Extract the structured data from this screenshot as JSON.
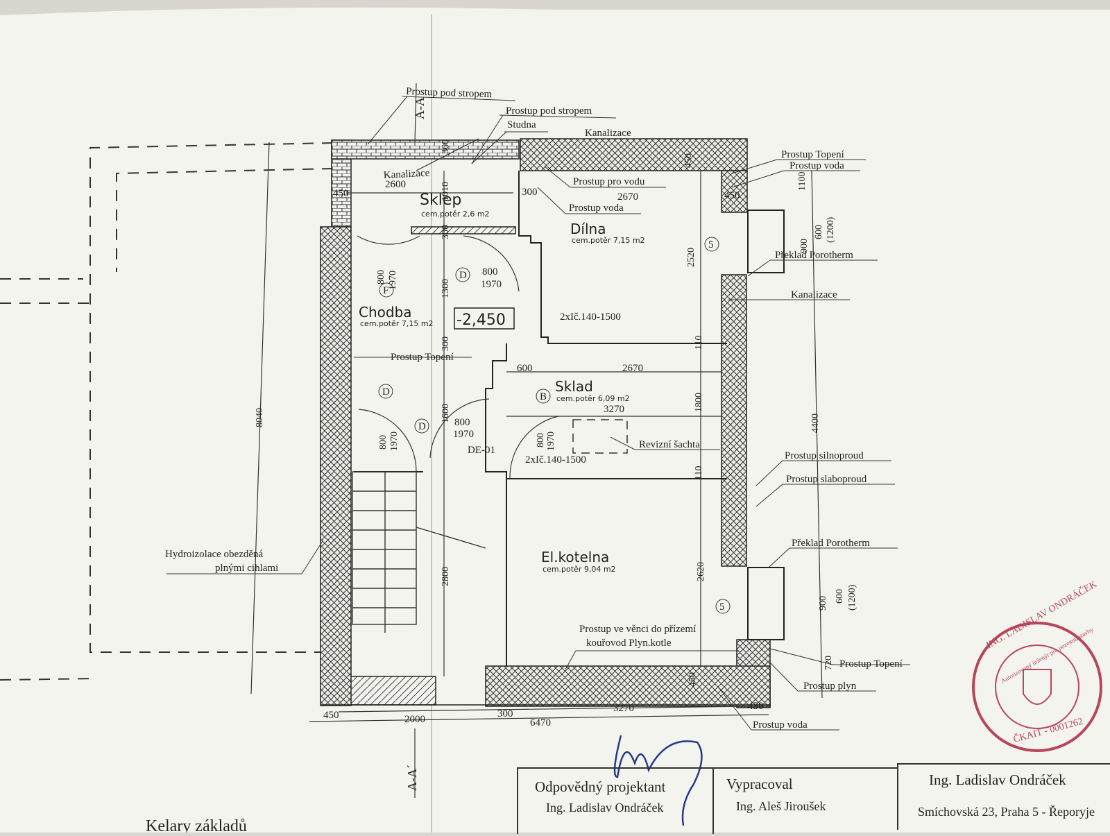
{
  "section_marks": {
    "top": "A-A",
    "bottom": "A-A´"
  },
  "rooms": [
    {
      "name": "Sklep",
      "floor": "cem.potěr 2,6 m2"
    },
    {
      "name": "Dílna",
      "floor": "cem.potěr 7,15 m2"
    },
    {
      "name": "Chodba",
      "floor": "cem.potěr 7,15 m2"
    },
    {
      "name": "Sklad",
      "floor": "cem.potěr 6,09 m2"
    },
    {
      "name": "El.kotelna",
      "floor": "cem.potěr 9,04 m2"
    }
  ],
  "level_mark": "-2,450",
  "labels": {
    "prostup_pod_stropem": "Prostup pod stropem",
    "studna": "Studna",
    "kanalizace": "Kanalizace",
    "prostup_topeni": "Prostup Topení",
    "prostup_voda": "Prostup voda",
    "prostup_pro_vodu": "Prostup pro vodu",
    "preklad_porotherm": "Překlad Porotherm",
    "prostup_topeni_chodba": "Prostup Topení",
    "revizni_sachta": "Revizní šachta",
    "prostup_silnoproud": "Prostup silnoproud",
    "prostup_slaboproud": "Prostup slaboproud",
    "hydroizolace_1": "Hydroizolace obezděná",
    "hydroizolace_2": "plnými cihlami",
    "prostup_venci_1": "Prostup ve věnci do přízemí",
    "prostup_venci_2": "kouřovod Plyn.kotle",
    "prostup_plyn": "Prostup plyn",
    "lintel": "2xIč.140-1500",
    "door_label": "DE-01"
  },
  "dimensions": {
    "d450": "450",
    "d2600": "2600",
    "d300": "300",
    "d2670": "2670",
    "d360": "360",
    "d1010": "1010",
    "d1300": "1300",
    "d1600": "1600",
    "d2800": "2800",
    "d2520": "2520",
    "d1800": "1800",
    "d2620": "2620",
    "d110": "110",
    "d1100": "1100",
    "d4400": "4400",
    "d8040": "8040",
    "d600": "600",
    "d3270": "3270",
    "d2000": "2000",
    "d6470": "6470",
    "d900": "900",
    "d600_1200": "600",
    "d1200": "(1200)",
    "d720": "720",
    "d800": "800",
    "d1970": "1970"
  },
  "door_tags": {
    "d": "D",
    "b": "B",
    "f": "F",
    "five": "5"
  },
  "stamp": {
    "name": "ING. LADISLAV ONDRÁČEK",
    "role": "Autorizovaný inženýr pro pozemní stavby",
    "number": "ČKAIT - 0001262"
  },
  "title_block": {
    "resp_label": "Odpovědný projektant",
    "resp_name": "Ing. Ladislav Ondráček",
    "drawn_label": "Vypracoval",
    "drawn_name": "Ing. Aleš Jiroušek",
    "firm_name": "Ing. Ladislav Ondráček",
    "firm_addr": "Smíchovská 23, Praha 5 - Řeporyje"
  },
  "bottom_text": "Kelary základů"
}
